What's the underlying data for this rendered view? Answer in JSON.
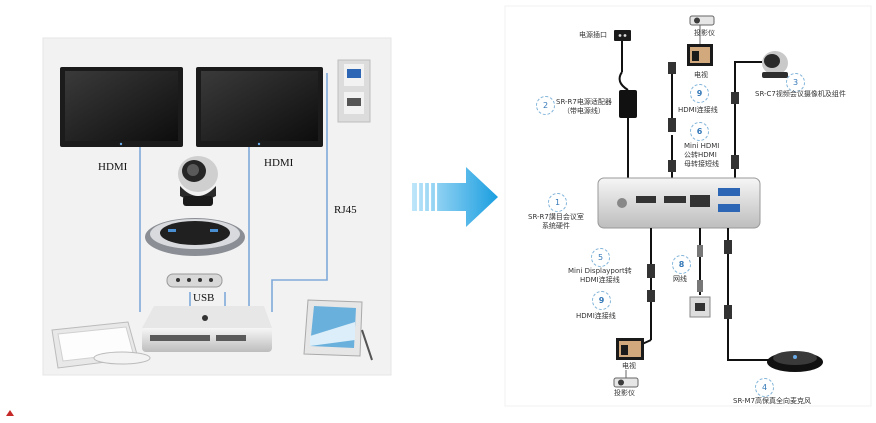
{
  "left_panel": {
    "labels": {
      "hdmi_left": "HDMI",
      "hdmi_right": "HDMI",
      "rj45": "RJ45",
      "usb": "USB"
    }
  },
  "right_panel": {
    "items": [
      {
        "num": "1",
        "label": "SR-R7講目会议室\n系统硬件"
      },
      {
        "num": "2",
        "label": "SR-R7电源适配器\n（带电源线）"
      },
      {
        "num": "3",
        "label": "SR-C7视频会议摄像机及组件"
      },
      {
        "num": "4",
        "label": "SR-M7高保真全向麦克风"
      },
      {
        "num": "5",
        "label": "Mini Displayport转\nHDMI连接线"
      },
      {
        "num": "6",
        "label": "Mini HDMI\n公转HDMI\n母转接短线"
      },
      {
        "num": "8",
        "label": "网线"
      },
      {
        "num": "9",
        "label": "HDMI连接线"
      },
      {
        "num": "9",
        "label": "HDMI连接线"
      }
    ],
    "static_labels": {
      "power_socket": "电源插口",
      "projector_top": "投影仪",
      "tv_top": "电视",
      "tv_bottom": "电视",
      "projector_bottom": "投影仪"
    }
  },
  "colors": {
    "arrow": "#1a9ee0",
    "line": "#7fa9d9",
    "number": "#3478b8"
  }
}
